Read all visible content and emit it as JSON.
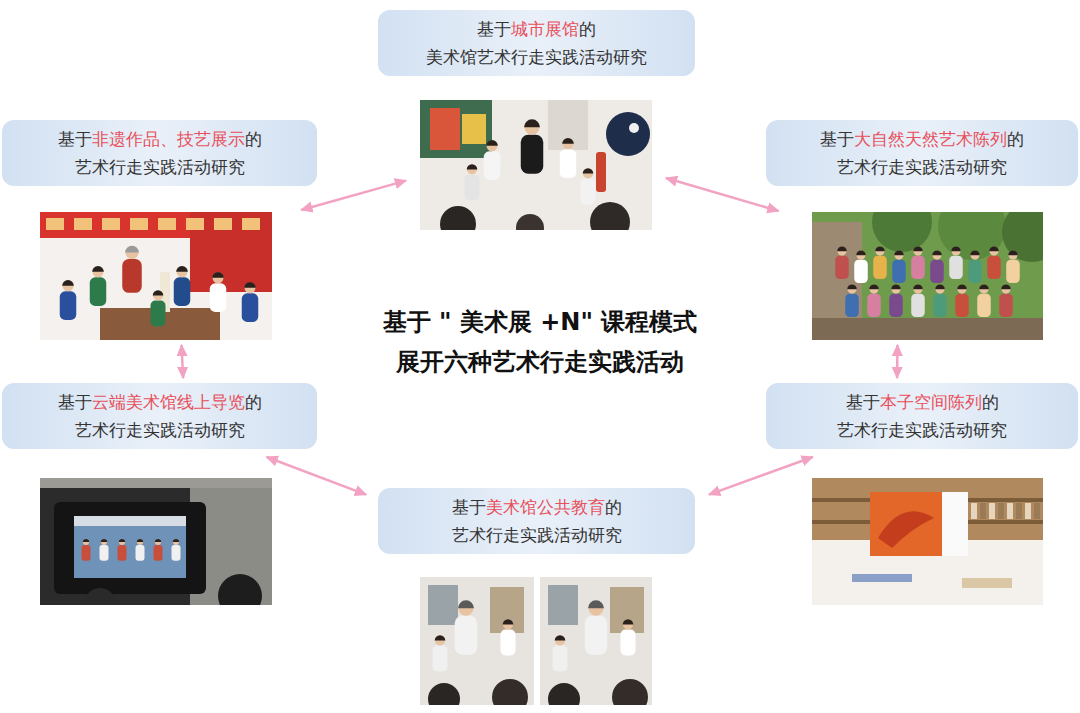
{
  "diagram": {
    "title": "基于 \" 美术展 +N\" 课程模式 展开六种艺术行走实践活动",
    "nodes": [
      {
        "text": [
          "基于城市展馆的 美术馆艺术行走实践活动研究"
        ]
      },
      {
        "text": [
          "基于非遗作品、技艺展示的 艺术行走实践活动研究"
        ]
      },
      {
        "text": [
          "基于大自然天然艺术陈列的 艺术行走实践活动研究"
        ]
      },
      {
        "text": [
          "基于云端美术馆线上导览的 艺术行走实践活动研究"
        ]
      },
      {
        "text": [
          "基于本子空间陈列的 艺术行走实践活动研究"
        ]
      },
      {
        "text": [
          "基于美术馆公共教育的 艺术行走实践活动研究"
        ]
      }
    ],
    "edges": [
      {
        "from": 0,
        "to": 1,
        "arrow": "both"
      },
      {
        "from": 0,
        "to": 2,
        "arrow": "both"
      },
      {
        "from": 1,
        "to": 3,
        "arrow": "both"
      },
      {
        "from": 2,
        "to": 4,
        "arrow": "both"
      },
      {
        "from": 3,
        "to": 5,
        "arrow": "both"
      },
      {
        "from": 4,
        "to": 5,
        "arrow": "both"
      }
    ]
  }
}
